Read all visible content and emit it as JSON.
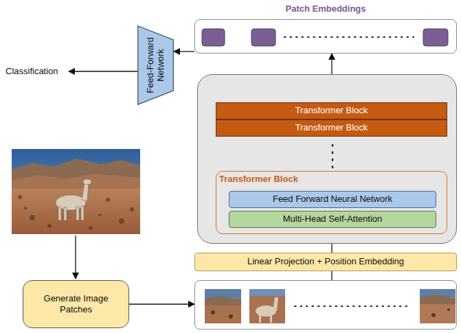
{
  "diagram": {
    "nodes": [
      {
        "text": [
          "Patch Embeddings"
        ]
      },
      {
        "text": [
          "Feed-Forward Network"
        ]
      },
      {
        "text": []
      },
      {
        "text": [
          "Transformer Block"
        ],
        "in": 2
      },
      {
        "text": [
          "Transformer Block"
        ],
        "in": 2
      },
      {
        "text": [
          "Transformer Block"
        ],
        "in": 2
      },
      {
        "text": [
          "Feed Forward Neural Network"
        ],
        "in": 5
      },
      {
        "text": [
          "Multi-Head Self-Attention"
        ],
        "in": 5
      },
      {
        "text": [
          "Linear Projection + Position Embedding"
        ]
      },
      {
        "text": [
          "Generate Image Patches"
        ]
      },
      {
        "text": []
      }
    ],
    "edges": [
      {
        "from": 0,
        "to": 1,
        "arrow": "to"
      },
      {
        "from": 2,
        "to": 0,
        "arrow": "to"
      },
      {
        "from": 8,
        "to": 2,
        "arrow": "none"
      },
      {
        "from": 10,
        "to": 8,
        "arrow": "none"
      },
      {
        "from": 9,
        "to": 10,
        "arrow": "to"
      }
    ],
    "labels": [
      "Classification"
    ]
  }
}
